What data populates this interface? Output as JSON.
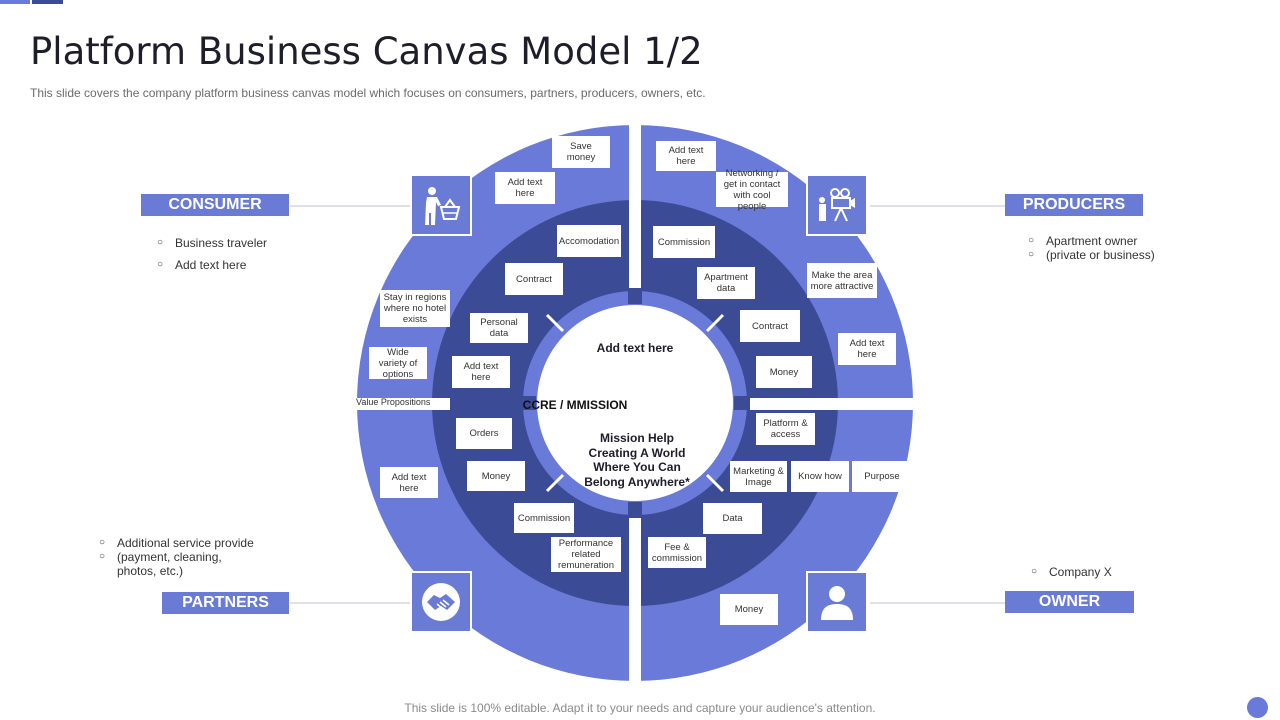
{
  "header": {
    "title": "Platform Business Canvas Model 1/2",
    "subtitle": "This slide covers the company platform business canvas model which focuses on consumers, partners, producers, owners, etc."
  },
  "footer": "This slide is 100% editable. Adapt it to your needs and capture your audience's attention.",
  "colors": {
    "outer_ring": "#6a7ad8",
    "inner_ring": "#3c4b96",
    "label_bg": "#6a7bd6",
    "center_ring": "#6a7ad8"
  },
  "sections": {
    "consumer": {
      "label": "CONSUMER",
      "icon": "shopping-person-icon",
      "bullets": [
        "Business traveler",
        "Add text here"
      ]
    },
    "producers": {
      "label": "PRODUCERS",
      "icon": "film-camera-icon",
      "bullets": [
        "Apartment owner",
        "(private or business)"
      ]
    },
    "partners": {
      "label": "PARTNERS",
      "icon": "handshake-icon",
      "bullets": [
        "Additional service provide",
        "(payment, cleaning,",
        "photos, etc.)"
      ]
    },
    "owner": {
      "label": "OWNER",
      "icon": "user-icon",
      "bullets": [
        "Company X"
      ]
    }
  },
  "center": {
    "top": "Add text here",
    "middle": "CCRE / MMISSION",
    "bottom": "Mission Help Creating A World Where You Can Belong Anywhere*"
  },
  "value_propositions_label": "Value Propositions",
  "boxes": {
    "save_money": "Save money",
    "add_text_tl": "Add text here",
    "accomodation": "Accomodation",
    "contract_left": "Contract",
    "stay_regions": "Stay in regions where no hotel exists",
    "personal_data": "Personal data",
    "wide_variety": "Wide variety of options",
    "add_text_ml": "Add text here",
    "orders": "Orders",
    "add_text_bl": "Add text here",
    "money_left": "Money",
    "commission_left": "Commission",
    "performance": "Performance related remuneration",
    "add_text_tr": "Add text here",
    "networking": "Networking / get in contact with cool people",
    "commission_right": "Commission",
    "apartment_data": "Apartment data",
    "make_area": "Make the area more attractive",
    "contract_right": "Contract",
    "add_text_r": "Add text here",
    "money_right": "Money",
    "platform_access": "Platform & access",
    "marketing": "Marketing & Image",
    "know_how": "Know how",
    "purpose": "Purpose",
    "data": "Data",
    "fee_commission": "Fee & commission",
    "money_bottom": "Money"
  }
}
